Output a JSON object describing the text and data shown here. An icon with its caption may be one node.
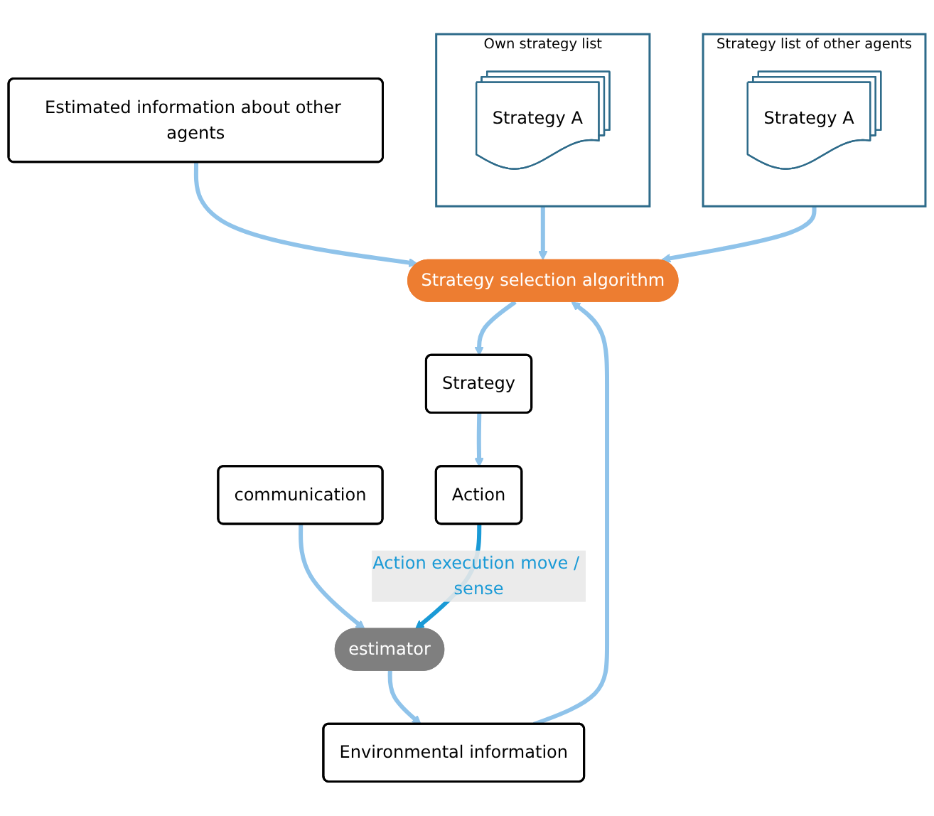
{
  "diagram": {
    "nodes": [
      {
        "text": [
          "communication"
        ]
      },
      {
        "text": [
          "estimator"
        ]
      },
      {
        "text": [
          "Action"
        ]
      },
      {
        "text": [
          "Environmental information"
        ]
      },
      {
        "text": [
          "Estimated information about other agents"
        ]
      },
      {
        "text": [
          "Strategy selection algorithm"
        ]
      },
      {
        "text": [
          "Strategy"
        ]
      },
      {
        "text": [
          "Own strategy list"
        ]
      },
      {
        "text": [
          "Strategy A"
        ],
        "in": 7
      },
      {
        "text": [
          "Strategy list of other agents"
        ]
      },
      {
        "text": [
          "Strategy A"
        ],
        "in": 9
      }
    ],
    "edges": [
      {
        "from": 0,
        "to": 1,
        "arrow": "to"
      },
      {
        "from": 2,
        "to": 1,
        "arrow": "to",
        "color": "#1a9ad6",
        "label": "Action execution move / sense"
      },
      {
        "from": 1,
        "to": 3,
        "arrow": "to"
      },
      {
        "from": 3,
        "to": 5,
        "arrow": "to"
      },
      {
        "from": 4,
        "to": 5,
        "arrow": "to"
      },
      {
        "from": 7,
        "to": 5,
        "arrow": "to"
      },
      {
        "from": 9,
        "to": 5,
        "arrow": "to"
      },
      {
        "from": 5,
        "to": 6,
        "arrow": "to"
      },
      {
        "from": 6,
        "to": 2,
        "arrow": "to"
      }
    ]
  }
}
